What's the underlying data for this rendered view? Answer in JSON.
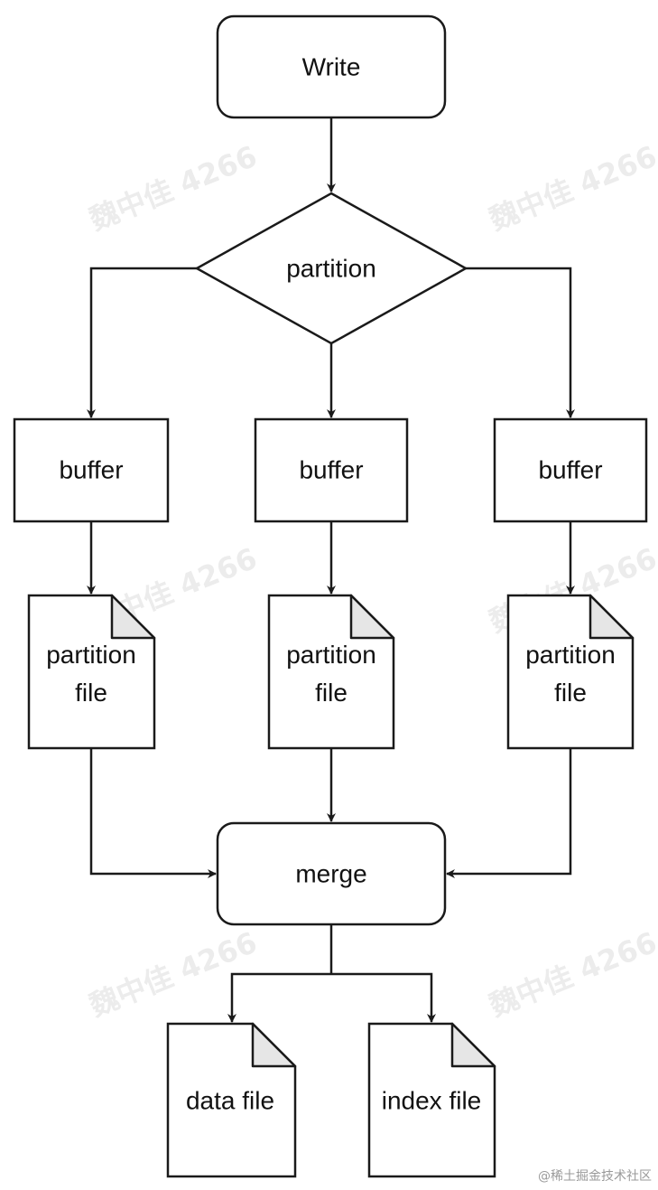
{
  "nodes": {
    "write": "Write",
    "partition": "partition",
    "buffer_left": "buffer",
    "buffer_center": "buffer",
    "buffer_right": "buffer",
    "partition_file_left": [
      "partition",
      "file"
    ],
    "partition_file_center": [
      "partition",
      "file"
    ],
    "partition_file_right": [
      "partition",
      "file"
    ],
    "merge": "merge",
    "data_file": "data file",
    "index_file": "index file"
  },
  "watermark": "魏中佳 4266",
  "credit": "@稀土掘金技术社区",
  "colors": {
    "stroke": "#1a1a1a",
    "fill": "#ffffff",
    "fold": "#e6e6e6",
    "watermark": "#ececec"
  }
}
